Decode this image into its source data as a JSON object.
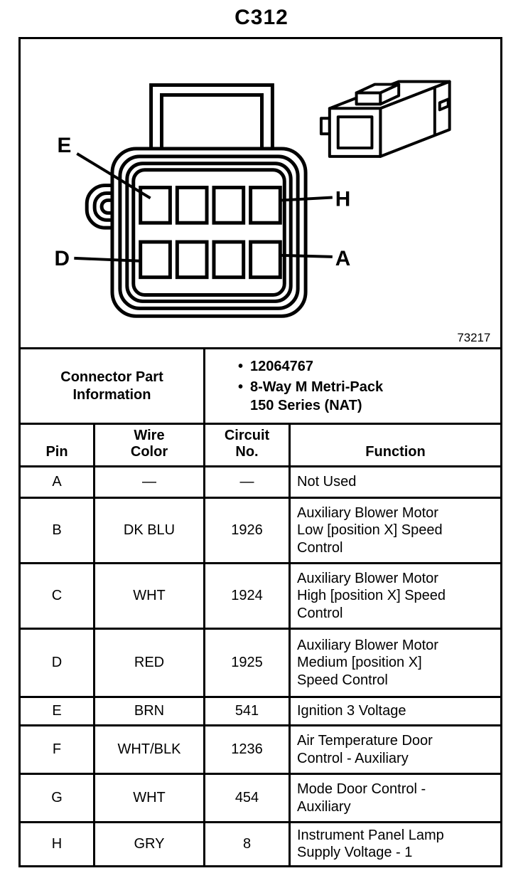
{
  "title": "C312",
  "diagram": {
    "labels": {
      "e": "E",
      "h": "H",
      "d": "D",
      "a": "A"
    },
    "figure_number": "73217"
  },
  "info": {
    "header": "Connector Part\nInformation",
    "bullet_char": "•",
    "bullets": [
      "12064767",
      "8-Way M Metri-Pack\n150 Series (NAT)"
    ]
  },
  "table": {
    "headers": [
      "Pin",
      "Wire\nColor",
      "Circuit\nNo.",
      "Function"
    ],
    "rows": [
      {
        "pin": "A",
        "wire_color": "—",
        "circuit_no": "—",
        "function": "Not Used"
      },
      {
        "pin": "B",
        "wire_color": "DK BLU",
        "circuit_no": "1926",
        "function": "Auxiliary Blower Motor\nLow [position X] Speed\nControl"
      },
      {
        "pin": "C",
        "wire_color": "WHT",
        "circuit_no": "1924",
        "function": "Auxiliary Blower Motor\nHigh [position X] Speed\nControl"
      },
      {
        "pin": "D",
        "wire_color": "RED",
        "circuit_no": "1925",
        "function": "Auxiliary Blower Motor\nMedium [position X]\nSpeed Control"
      },
      {
        "pin": "E",
        "wire_color": "BRN",
        "circuit_no": "541",
        "function": "Ignition 3 Voltage"
      },
      {
        "pin": "F",
        "wire_color": "WHT/BLK",
        "circuit_no": "1236",
        "function": "Air Temperature Door\nControl - Auxiliary"
      },
      {
        "pin": "G",
        "wire_color": "WHT",
        "circuit_no": "454",
        "function": "Mode Door Control -\nAuxiliary"
      },
      {
        "pin": "H",
        "wire_color": "GRY",
        "circuit_no": "8",
        "function": "Instrument Panel Lamp\nSupply Voltage - 1"
      }
    ]
  }
}
